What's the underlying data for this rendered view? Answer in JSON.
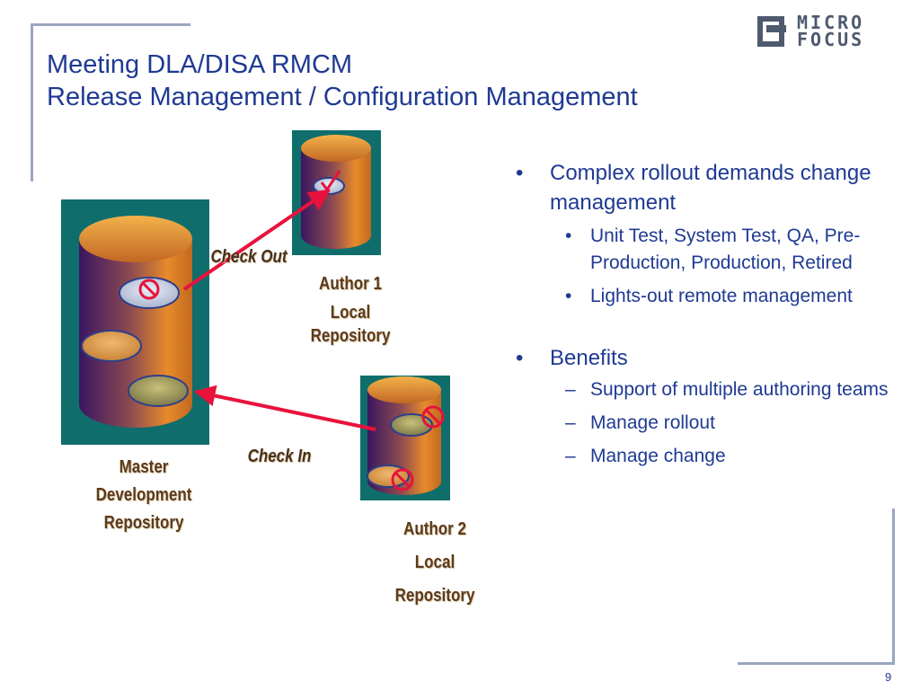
{
  "slide": {
    "title_line1": "Meeting DLA/DISA RMCM",
    "title_line2": "Release Management / Configuration Management",
    "page_number": "9"
  },
  "logo": {
    "line1": "MICRO",
    "line2": "FOCUS"
  },
  "diagram": {
    "master_label_1": "Master",
    "master_label_2": "Development",
    "master_label_3": "Repository",
    "author1_label_1": "Author 1",
    "author1_label_2": "Local",
    "author1_label_3": "Repository",
    "author2_label_1": "Author 2",
    "author2_label_2": "Local",
    "author2_label_3": "Repository",
    "check_out": "Check Out",
    "check_in": "Check In",
    "colors": {
      "teal": "#0f6e6c",
      "arrow": "#e8123c",
      "text_blue": "#1f3a93"
    }
  },
  "bullets": [
    {
      "text": "Complex rollout demands change management",
      "marker": "•",
      "children": [
        {
          "text": "Unit Test, System Test, QA, Pre-Production, Production, Retired",
          "marker": "•"
        },
        {
          "text": "Lights-out remote management",
          "marker": "•"
        }
      ]
    },
    {
      "text": "Benefits",
      "marker": "•",
      "children": [
        {
          "text": "Support of multiple authoring teams",
          "marker": "–"
        },
        {
          "text": "Manage rollout",
          "marker": "–"
        },
        {
          "text": "Manage change",
          "marker": "–"
        }
      ]
    }
  ]
}
